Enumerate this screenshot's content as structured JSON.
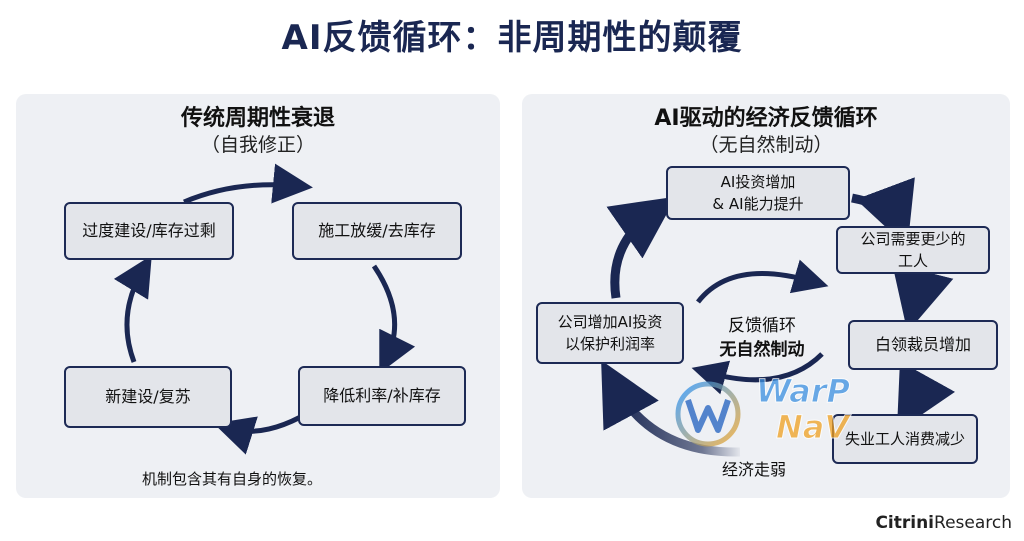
{
  "title": "AI反馈循环：非周期性的颠覆",
  "left": {
    "title": "传统周期性衰退",
    "subtitle": "（自我修正）",
    "boxes": {
      "top_left": "过度建设/库存过剩",
      "top_right": "施工放缓/去库存",
      "bottom_right": "降低利率/补库存",
      "bottom_left": "新建设/复苏"
    },
    "note": "机制包含其有自身的恢复。"
  },
  "right": {
    "title": "AI驱动的经济反馈循环",
    "subtitle": "（无自然制动）",
    "boxes": {
      "top": "AI投资增加\n& AI能力提升",
      "right_top": "公司需要更少的\n工人",
      "right_mid": "白领裁员增加",
      "bottom_right": "失业工人消费减少",
      "left": "公司增加AI投资\n以保护利润率"
    },
    "center_line1": "反馈循环",
    "center_line2": "无自然制动",
    "weakening_label": "经济走弱"
  },
  "watermark": {
    "line1": "WarP",
    "line2": "NaV"
  },
  "brand": {
    "bold": "Citrini",
    "regular": "Research"
  },
  "colors": {
    "navy": "#1a2752",
    "panel": "#eef0f4",
    "box": "#e3e5ea"
  }
}
